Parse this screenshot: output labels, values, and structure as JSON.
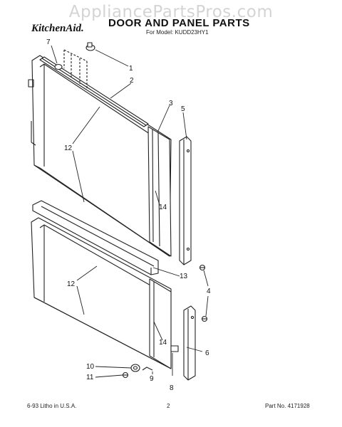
{
  "watermark": "AppliancePartsPros.com",
  "header": {
    "brand": "KitchenAid.",
    "title": "DOOR AND PANEL PARTS",
    "subtitle": "For Model: KUDD23HY1"
  },
  "callouts": [
    "1",
    "2",
    "3",
    "5",
    "7",
    "12",
    "14",
    "13",
    "4",
    "12",
    "14",
    "6",
    "10",
    "11",
    "9",
    "8"
  ],
  "footer": {
    "left": "6-93  Litho in U.S.A.",
    "center": "2",
    "right": "Part No. 4171928"
  }
}
